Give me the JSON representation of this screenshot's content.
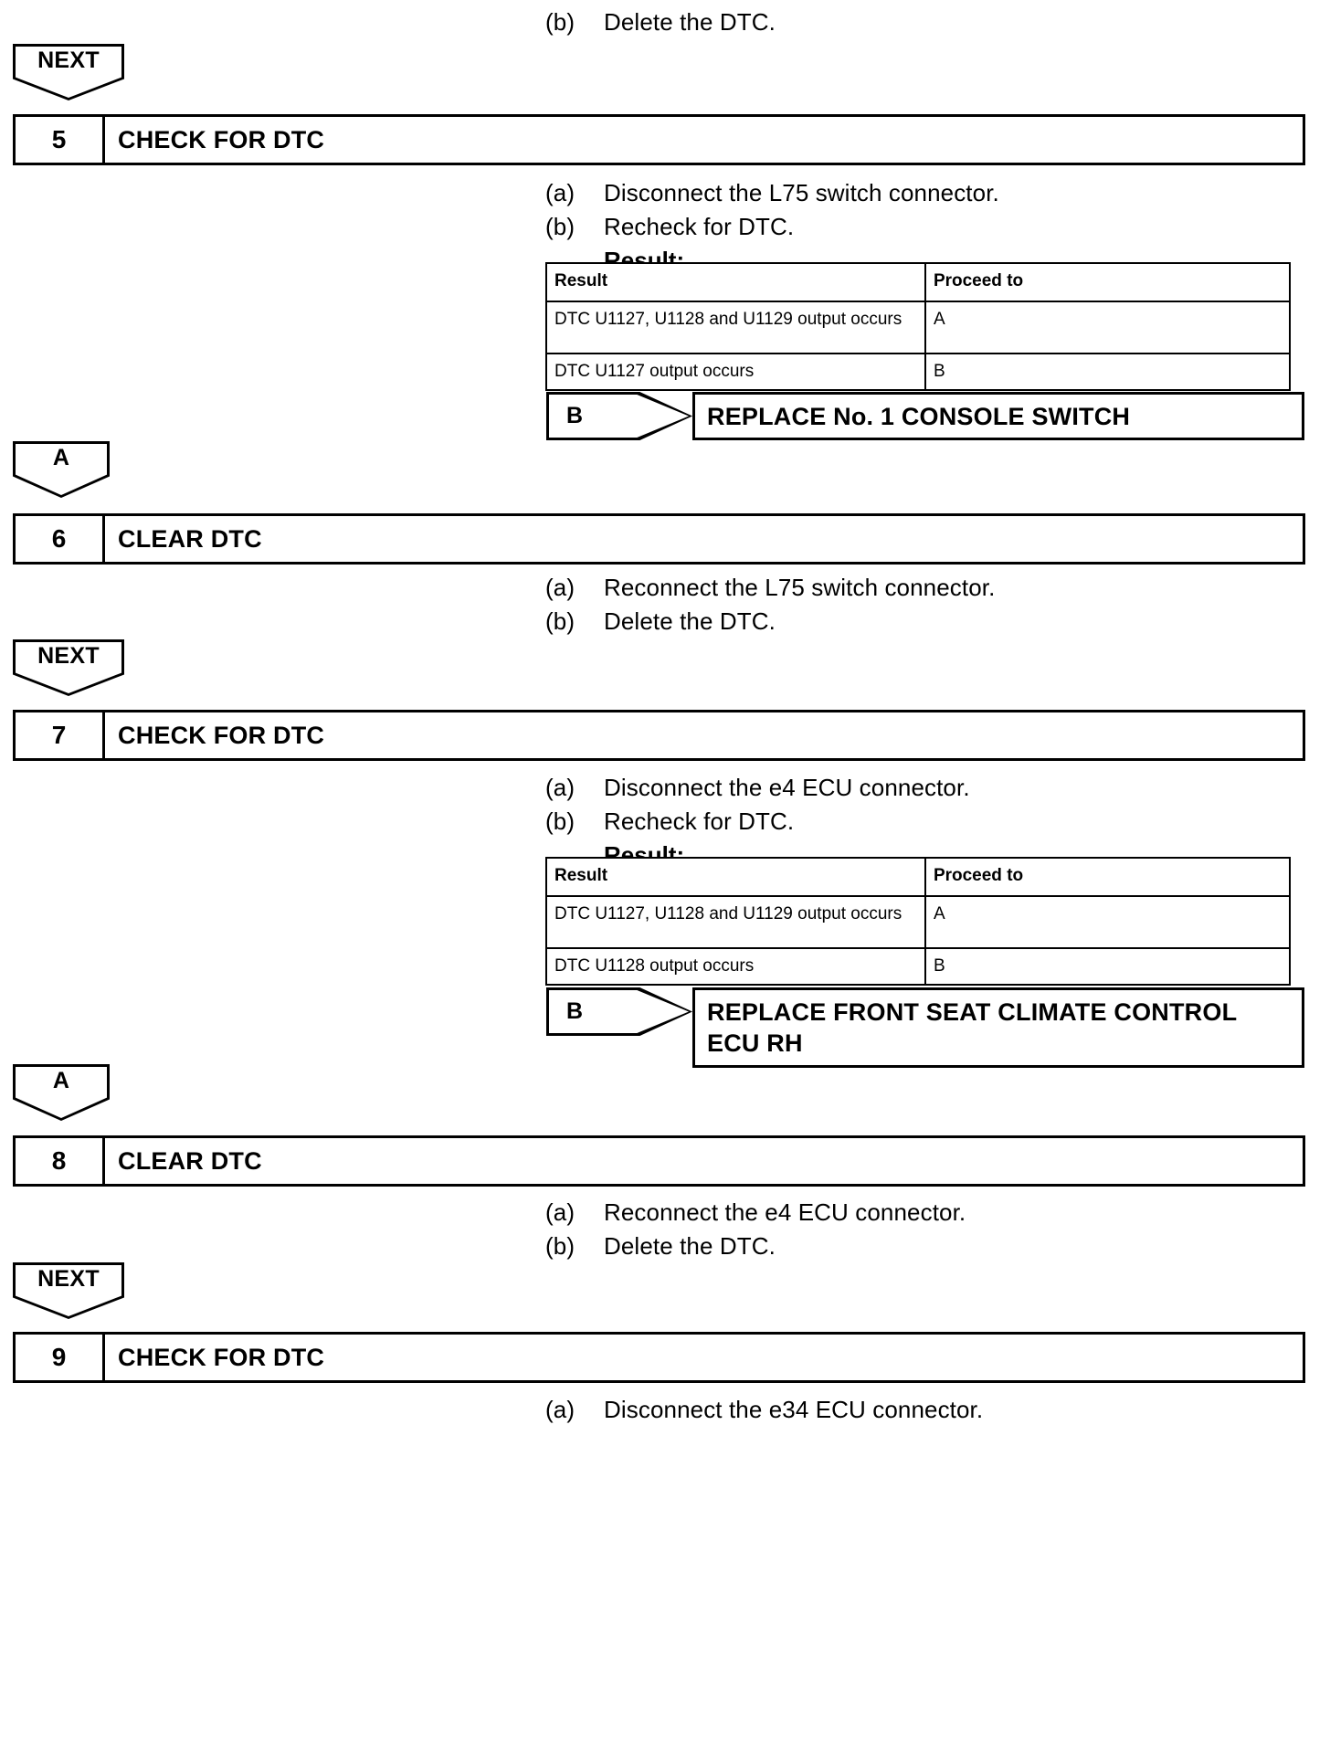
{
  "document": {
    "type": "diagnostic-troubleshooting-flowchart"
  },
  "top_instruction": {
    "marker": "(b)",
    "text": "Delete the DTC."
  },
  "connectors": {
    "next": "NEXT",
    "a": "A",
    "b": "B"
  },
  "table_headers": {
    "result": "Result",
    "proceed_to": "Proceed to"
  },
  "steps": [
    {
      "number": "5",
      "title": "CHECK FOR DTC",
      "instructions": [
        {
          "marker": "(a)",
          "text": "Disconnect the L75 switch connector."
        },
        {
          "marker": "(b)",
          "text": "Recheck for DTC."
        }
      ],
      "result_label": "Result:",
      "table_rows": [
        {
          "result": "DTC U1127, U1128 and U1129 output occurs",
          "proceed_to": "A"
        },
        {
          "result": "DTC U1127 output occurs",
          "proceed_to": "B"
        }
      ],
      "branch": {
        "label": "B",
        "action": "REPLACE No. 1 CONSOLE SWITCH"
      }
    },
    {
      "number": "6",
      "title": "CLEAR DTC",
      "instructions": [
        {
          "marker": "(a)",
          "text": "Reconnect the L75 switch connector."
        },
        {
          "marker": "(b)",
          "text": "Delete the DTC."
        }
      ]
    },
    {
      "number": "7",
      "title": "CHECK FOR DTC",
      "instructions": [
        {
          "marker": "(a)",
          "text": "Disconnect the e4 ECU connector."
        },
        {
          "marker": "(b)",
          "text": "Recheck for DTC."
        }
      ],
      "result_label": "Result:",
      "table_rows": [
        {
          "result": "DTC U1127, U1128 and U1129 output occurs",
          "proceed_to": "A"
        },
        {
          "result": "DTC U1128 output occurs",
          "proceed_to": "B"
        }
      ],
      "branch": {
        "label": "B",
        "action_line1": "REPLACE FRONT SEAT CLIMATE CONTROL",
        "action_line2": "ECU RH"
      }
    },
    {
      "number": "8",
      "title": "CLEAR DTC",
      "instructions": [
        {
          "marker": "(a)",
          "text": "Reconnect the e4 ECU connector."
        },
        {
          "marker": "(b)",
          "text": "Delete the DTC."
        }
      ]
    },
    {
      "number": "9",
      "title": "CHECK FOR DTC",
      "instructions": [
        {
          "marker": "(a)",
          "text": "Disconnect the e34 ECU connector."
        }
      ]
    }
  ]
}
